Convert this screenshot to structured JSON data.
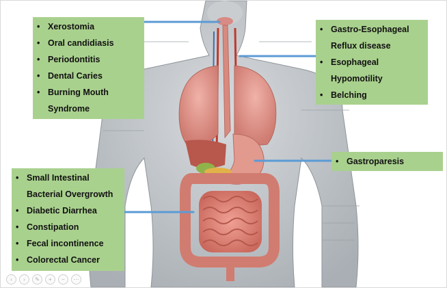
{
  "labels": {
    "top_left": [
      "Xerostomia",
      "Oral candidiasis",
      "Periodontitis",
      "Dental Caries",
      [
        "Burning Mouth",
        "Syndrome"
      ]
    ],
    "top_right": [
      [
        "Gastro-Esophageal",
        "Reflux disease"
      ],
      [
        "Esophageal",
        "Hypomotility"
      ],
      "Belching"
    ],
    "right_mid": [
      "Gastroparesis"
    ],
    "bottom_left": [
      [
        "Small Intestinal",
        "Bacterial Overgrowth"
      ],
      "Diabetic Diarrhea",
      "Constipation",
      "Fecal incontinence",
      "Colorectal Cancer"
    ]
  },
  "bullet_char": "•",
  "colors": {
    "label_box": "#a9d18e",
    "connector": "#5b9bd5",
    "skin": "#c4c8cb",
    "organ_pink": "#e8a79e",
    "intestine": "#e58f83"
  },
  "controls": [
    "prev-icon",
    "next-icon",
    "pen-icon",
    "zoom-in-icon",
    "zoom-out-icon",
    "more-icon"
  ]
}
